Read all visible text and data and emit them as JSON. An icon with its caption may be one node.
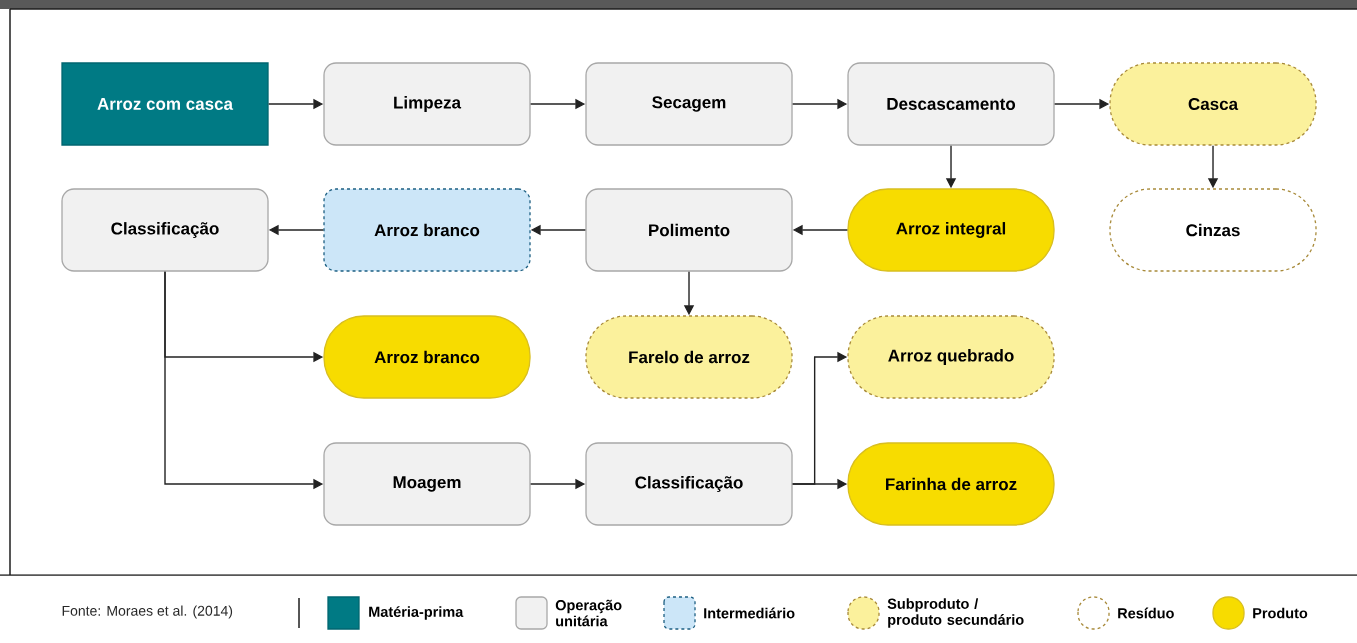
{
  "diagram": {
    "nodes": [
      {
        "text": [
          "Arroz com casca"
        ]
      },
      {
        "text": [
          "Limpeza"
        ]
      },
      {
        "text": [
          "Secagem"
        ]
      },
      {
        "text": [
          "Descascamento"
        ]
      },
      {
        "text": [
          "Casca"
        ]
      },
      {
        "text": [
          "Classificação"
        ]
      },
      {
        "text": [
          "Arroz branco"
        ]
      },
      {
        "text": [
          "Polimento"
        ]
      },
      {
        "text": [
          "Arroz integral"
        ]
      },
      {
        "text": [
          "Cinzas"
        ]
      },
      {
        "text": [
          "Arroz branco"
        ]
      },
      {
        "text": [
          "Farelo de arroz"
        ]
      },
      {
        "text": [
          "Arroz quebrado"
        ]
      },
      {
        "text": [
          "Moagem"
        ]
      },
      {
        "text": [
          "Classificação"
        ]
      },
      {
        "text": [
          "Farinha de arroz"
        ]
      }
    ],
    "edges": [
      {
        "from": 0,
        "to": 1,
        "arrow": "to"
      },
      {
        "from": 1,
        "to": 2,
        "arrow": "to"
      },
      {
        "from": 2,
        "to": 3,
        "arrow": "to"
      },
      {
        "from": 3,
        "to": 4,
        "arrow": "to"
      },
      {
        "from": 3,
        "to": 8,
        "arrow": "to"
      },
      {
        "from": 4,
        "to": 9,
        "arrow": "to"
      },
      {
        "from": 8,
        "to": 7,
        "arrow": "to"
      },
      {
        "from": 7,
        "to": 6,
        "arrow": "to"
      },
      {
        "from": 6,
        "to": 5,
        "arrow": "to"
      },
      {
        "from": 7,
        "to": 11,
        "arrow": "to"
      },
      {
        "from": 5,
        "to": 10,
        "arrow": "to"
      },
      {
        "from": 5,
        "to": 13,
        "arrow": "to"
      },
      {
        "from": 13,
        "to": 14,
        "arrow": "to"
      },
      {
        "from": 14,
        "to": 12,
        "arrow": "to"
      },
      {
        "from": 14,
        "to": 15,
        "arrow": "to"
      }
    ],
    "labels": [
      "Fonte: Moraes et al. (2014)"
    ],
    "legend": [
      {
        "text": "Matéria-prima",
        "color": "#007a84"
      },
      {
        "text": "Operação unitária",
        "color": "#f1f1f1"
      },
      {
        "text": "Intermediário",
        "color": "#cce6f8"
      },
      {
        "text": "Subproduto / produto secundário",
        "color": "#fbf19c"
      },
      {
        "text": "Resíduo"
      },
      {
        "text": "Produto",
        "color": "#f7dc00"
      }
    ]
  }
}
